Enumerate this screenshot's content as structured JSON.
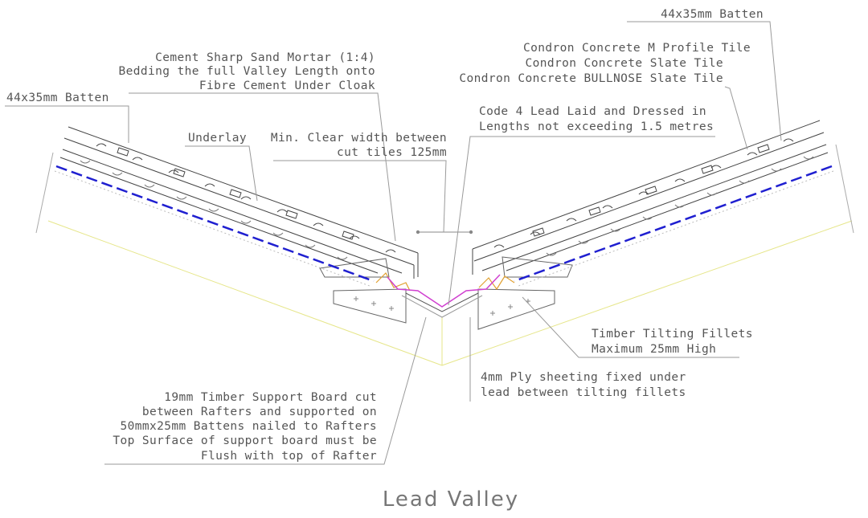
{
  "title": "Lead Valley",
  "labels": {
    "batten_right": "44x35mm Batten",
    "tile_m_profile": "Condron Concrete M Profile Tile",
    "tile_slate": "Condron Concrete Slate Tile",
    "tile_bullnose": "Condron Concrete BULLNOSE Slate Tile",
    "mortar_1": "Cement Sharp Sand Mortar (1:4)",
    "mortar_2": "Bedding the full Valley Length onto",
    "mortar_3": "Fibre Cement Under Cloak",
    "batten_left": "44x35mm Batten",
    "lead_1": "Code 4 Lead Laid and Dressed in",
    "lead_2": "Lengths not exceeding 1.5 metres",
    "underlay": "Underlay",
    "clear_width_1": "Min. Clear width between",
    "clear_width_2": "cut tiles 125mm",
    "fillets_1": "Timber Tilting Fillets",
    "fillets_2": "Maximum 25mm High",
    "ply_1": "4mm Ply sheeting fixed under",
    "ply_2": "lead between tilting fillets",
    "board_1": "19mm Timber Support Board cut",
    "board_2": "between Rafters and supported on",
    "board_3": "50mmx25mm Battens nailed to Rafters",
    "board_4": "Top Surface of support board must be",
    "board_5": "Flush with top of Rafter"
  },
  "colors": {
    "line": "#444444",
    "leader": "#9a9a9a",
    "underlay_blue": "#1f1fd0",
    "rafter_yellow": "#e6e68a",
    "lead_magenta": "#d040d0",
    "mortar_orange": "#e0a030"
  }
}
